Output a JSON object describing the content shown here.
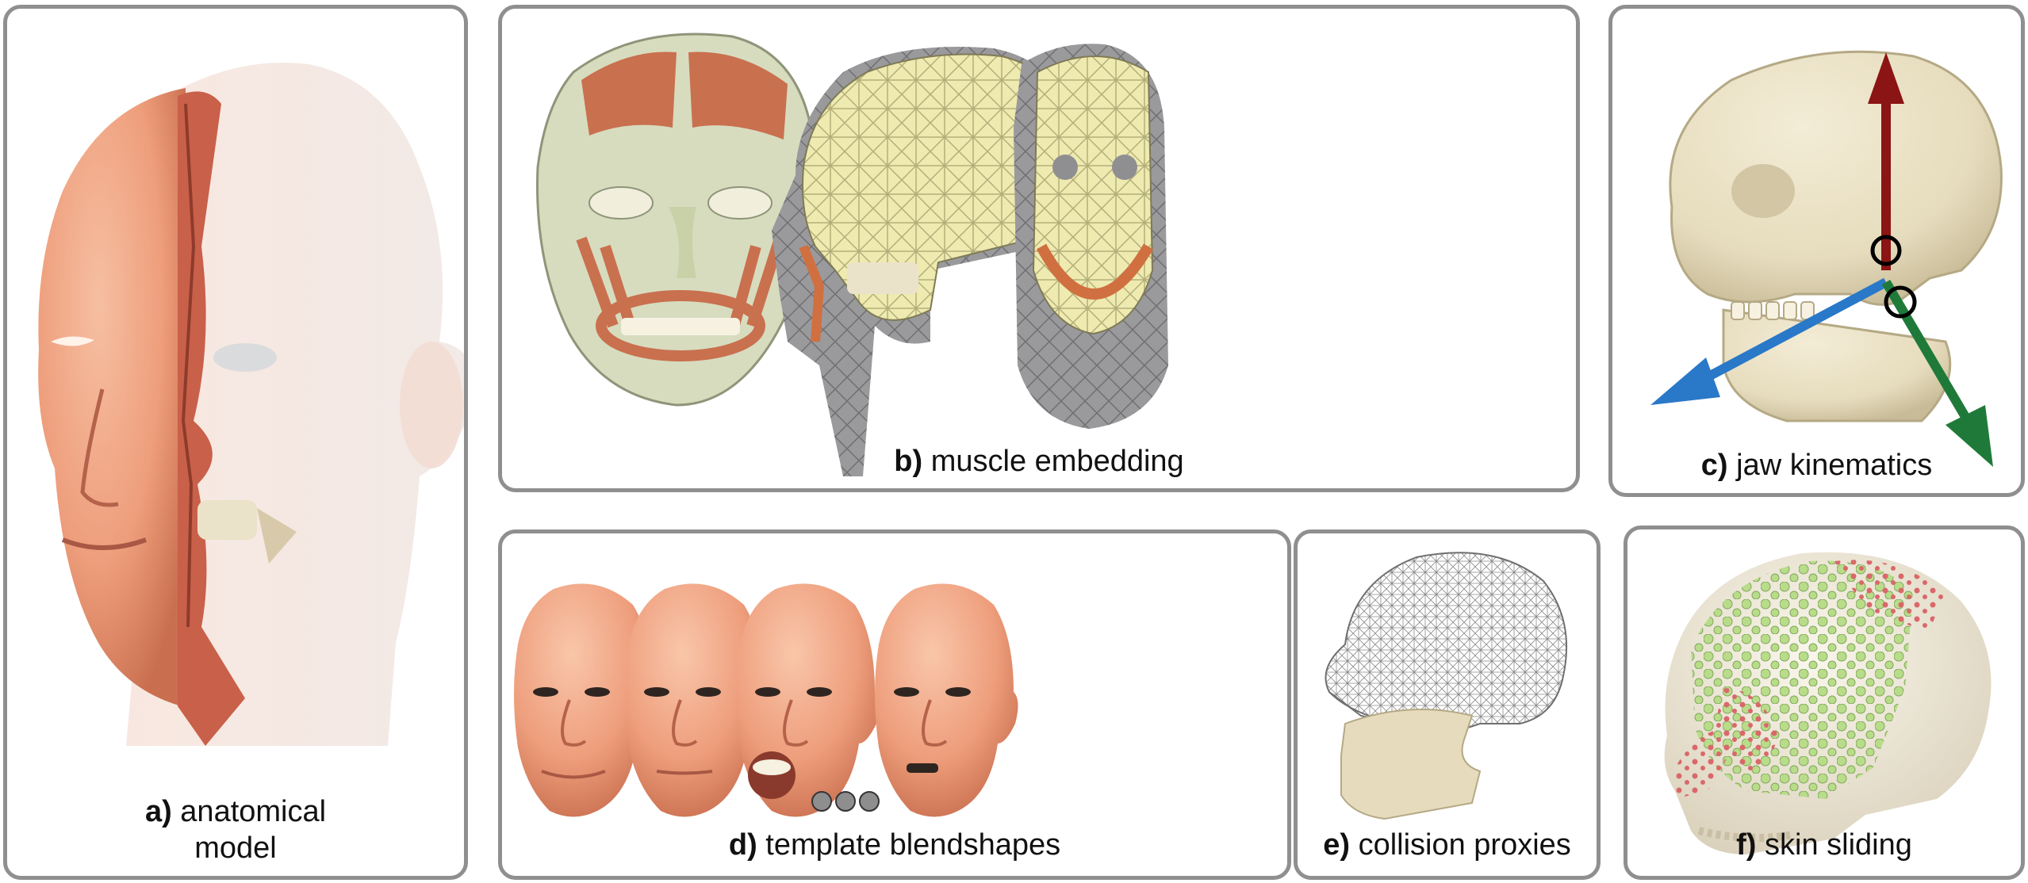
{
  "panels": {
    "a": {
      "letter": "a)",
      "title_line1": "anatomical",
      "title_line2": "model"
    },
    "b": {
      "letter": "b)",
      "title": "muscle embedding"
    },
    "c": {
      "letter": "c)",
      "title": "jaw kinematics"
    },
    "d": {
      "letter": "d)",
      "title": "template blendshapes"
    },
    "e": {
      "letter": "e)",
      "title": "collision proxies"
    },
    "f": {
      "letter": "f)",
      "title": "skin sliding"
    }
  },
  "colors": {
    "panel_border": "#8f8f8f",
    "skin": "#ee9e7c",
    "skin_shadow": "#c96f4f",
    "muscle": "#c9604a",
    "bone": "#ebe3c9",
    "tet_mesh": "#eeeab0",
    "neck_mesh": "#8f8f92",
    "axis_red": "#8b1414",
    "axis_blue": "#2a78c8",
    "axis_green": "#1f7a3a",
    "dot_green": "#b9dc8a",
    "dot_red": "#d9686a",
    "ellipsis_dot": "#8e8e8e"
  },
  "icons": [
    "head-icon",
    "skull-icon",
    "muscle-face-icon",
    "arrow-icon",
    "rotation-icon",
    "ellipsis-icon"
  ]
}
